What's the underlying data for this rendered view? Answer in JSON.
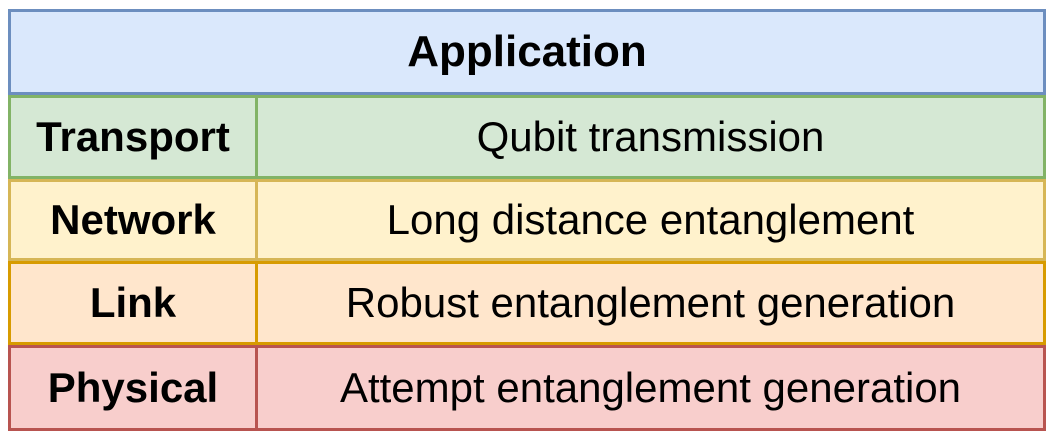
{
  "diagram": {
    "title": "Application",
    "layers": [
      {
        "name": "Transport",
        "function": "Qubit transmission"
      },
      {
        "name": "Network",
        "function": "Long distance entanglement"
      },
      {
        "name": "Link",
        "function": "Robust entanglement generation"
      },
      {
        "name": "Physical",
        "function": "Attempt entanglement generation"
      }
    ]
  },
  "colors": {
    "application_fill": "#dae8fc",
    "application_border": "#6c8ebf",
    "transport_fill": "#d5e8d4",
    "transport_border": "#82b366",
    "network_fill": "#fff2cc",
    "network_border": "#d6b656",
    "link_fill": "#ffe6cc",
    "link_border": "#d79b00",
    "physical_fill": "#f8cecc",
    "physical_border": "#b85450"
  }
}
